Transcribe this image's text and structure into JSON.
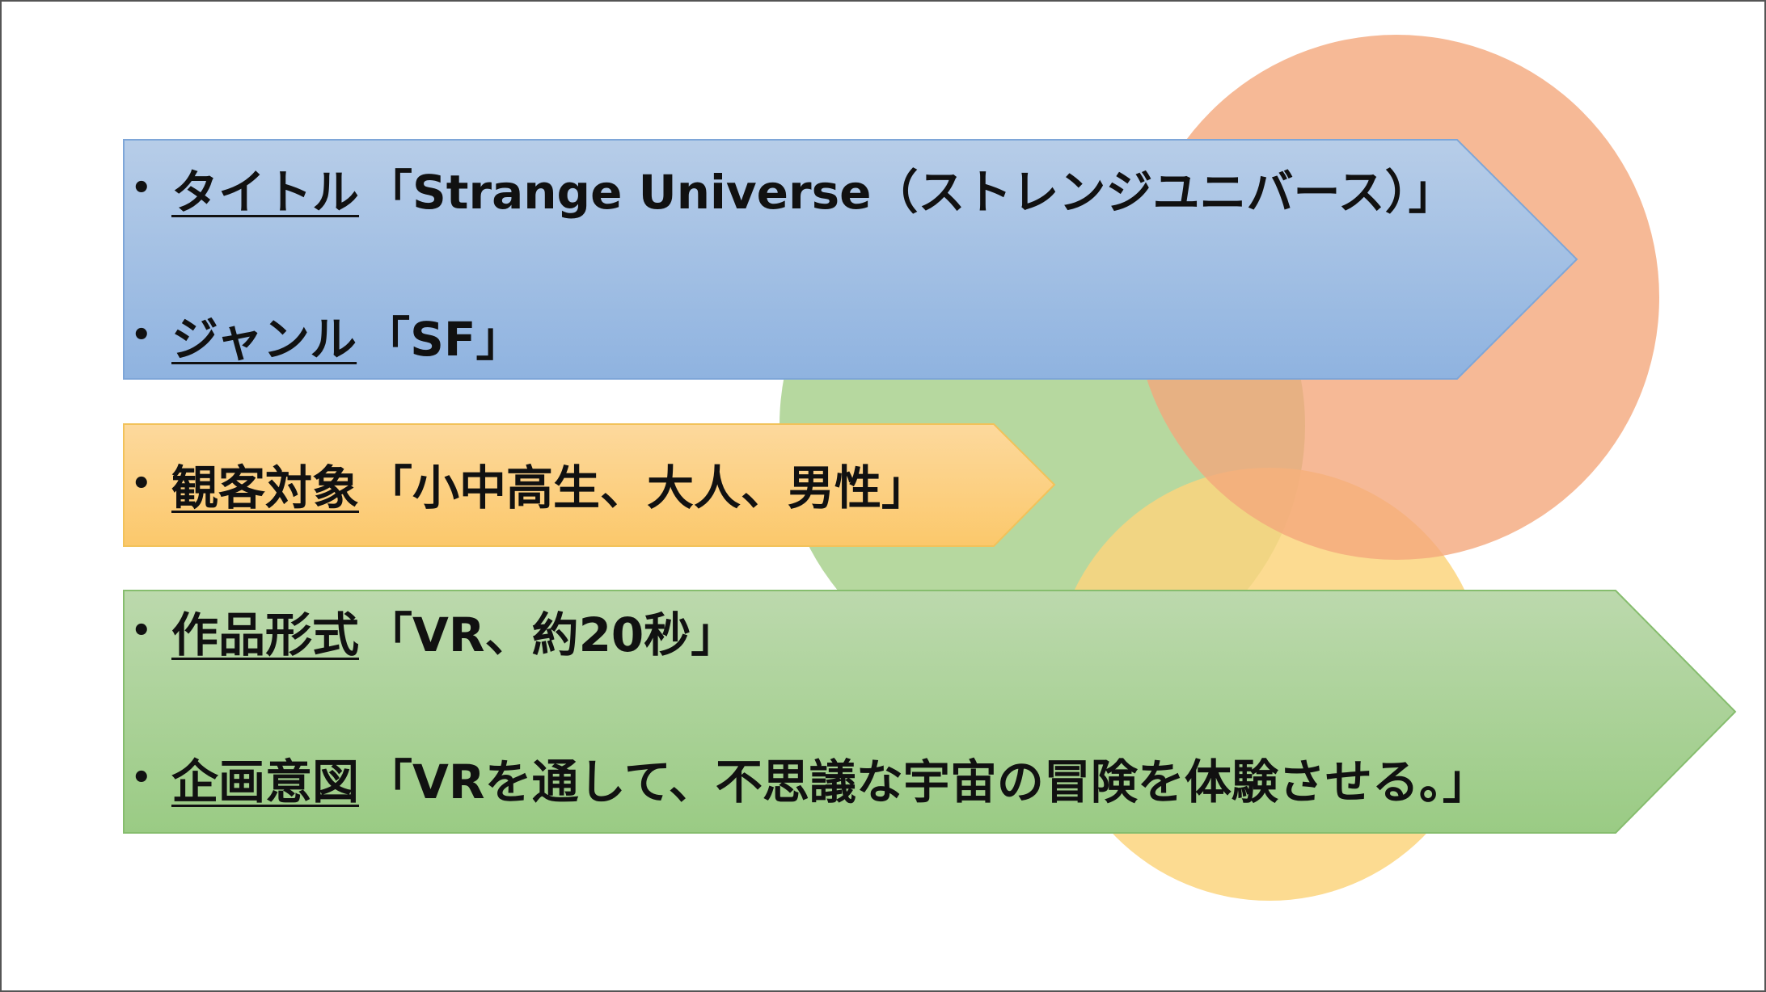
{
  "slide": {
    "colors": {
      "blue_top": "#b7cde8",
      "blue_bottom": "#8fb3e0",
      "orange_top": "#fdd99d",
      "orange_bottom": "#fbc86b",
      "green_top": "#bcd9ad",
      "green_bottom": "#9acb84",
      "circle_orange": "#f4a87c",
      "circle_green": "#a9d18e",
      "circle_yellow": "#fcd57e"
    },
    "items": [
      {
        "bullet": "•",
        "label": "タイトル",
        "value": "「Strange Universe（ストレンジユニバース）」"
      },
      {
        "bullet": "•",
        "label": "ジャンル",
        "value": "「SF」"
      },
      {
        "bullet": "•",
        "label": "観客対象",
        "value": "「小中高生、大人、男性」"
      },
      {
        "bullet": "•",
        "label": "作品形式",
        "value": "「VR、約20秒」"
      },
      {
        "bullet": "•",
        "label": "企画意図",
        "value": "「VRを通して、不思議な宇宙の冒険を体験させる。」"
      }
    ]
  }
}
